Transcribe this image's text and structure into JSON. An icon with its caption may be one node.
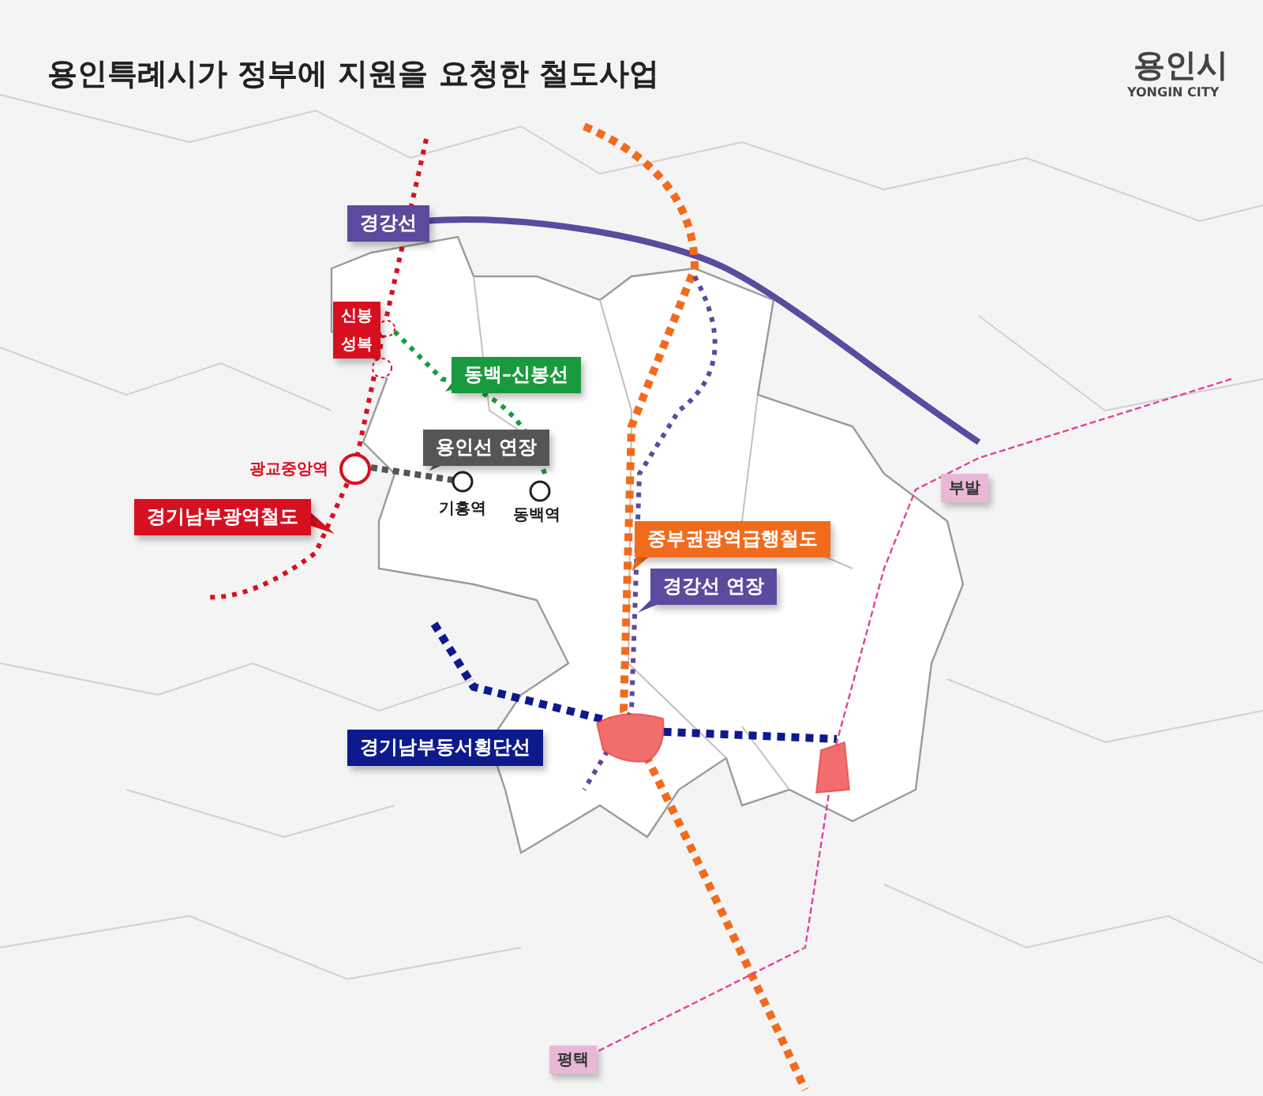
{
  "diagram": {
    "title": "용인특례시가 정부에 지원을 요청한 철도사업",
    "labels": [
      "용인시",
      "YONGIN CITY",
      "경강선",
      "신봉",
      "성복",
      "동백–신봉선",
      "광교중앙역",
      "용인선 연장",
      "기흥역",
      "동백역",
      "경기남부광역철도",
      "중부권광역급행철도",
      "경강선 연장",
      "부발",
      "경기남부동서횡단선",
      "평택"
    ]
  }
}
